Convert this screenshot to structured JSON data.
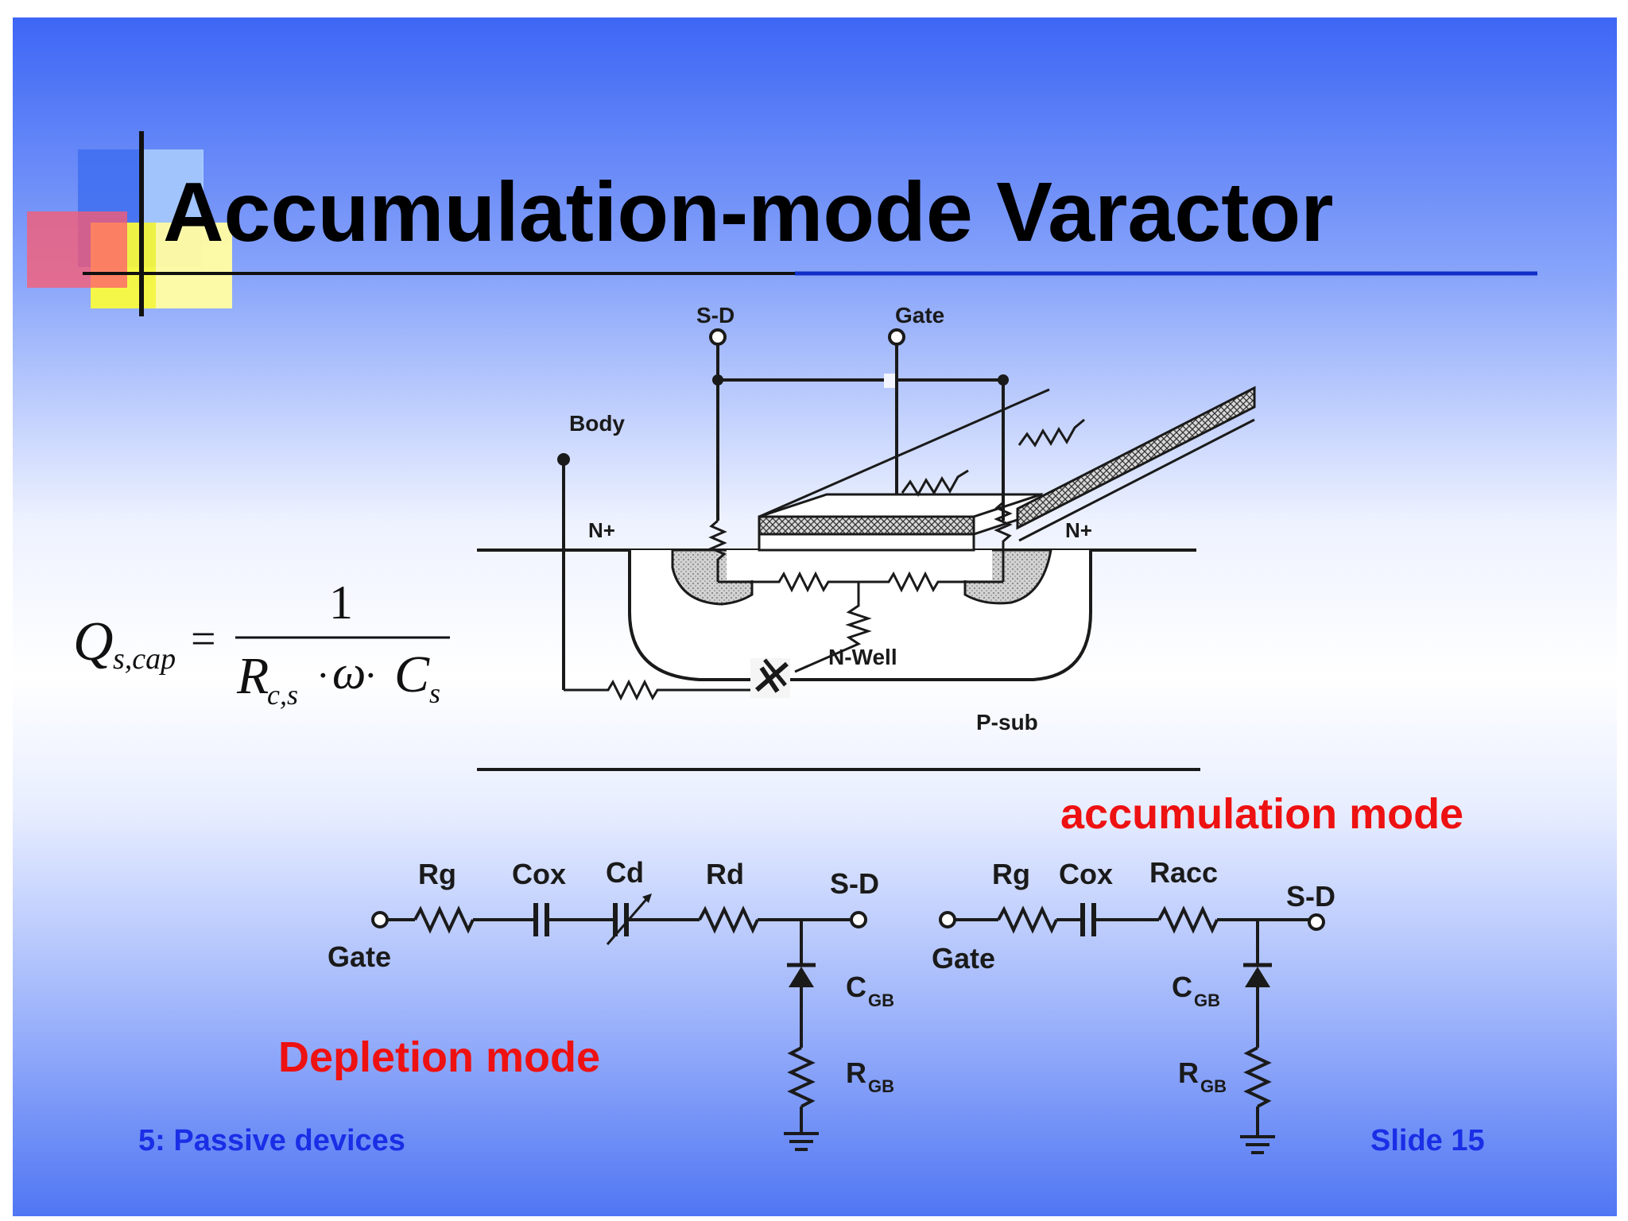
{
  "title": "Accumulation-mode Varactor",
  "formula": {
    "lhs_symbol": "Q",
    "lhs_sub": "s,cap",
    "equals": "=",
    "numerator": "1",
    "den_r": "R",
    "den_r_sub": "c,s",
    "den_dot1": "·",
    "den_omega": "ω",
    "den_dot2": "·",
    "den_c": "C",
    "den_c_sub": "s"
  },
  "cross_section": {
    "sd": "S-D",
    "gate": "Gate",
    "body": "Body",
    "n_plus_left": "N+",
    "n_plus_right": "N+",
    "n_well": "N-Well",
    "p_sub": "P-sub"
  },
  "depletion": {
    "mode_label": "Depletion mode",
    "rg": "Rg",
    "cox": "Cox",
    "cd": "Cd",
    "rd": "Rd",
    "sd": "S-D",
    "gate": "Gate",
    "cgb_main": "C",
    "cgb_sub": "GB",
    "rgb_main": "R",
    "rgb_sub": "GB"
  },
  "accumulation": {
    "mode_label": "accumulation mode",
    "rg": "Rg",
    "cox": "Cox",
    "racc": "Racc",
    "sd": "S-D",
    "gate": "Gate",
    "cgb_main": "C",
    "cgb_sub": "GB",
    "rgb_main": "R",
    "rgb_sub": "GB"
  },
  "footer": {
    "left": "5: Passive devices",
    "right": "Slide 15"
  },
  "colors": {
    "footer_text": "#1a2ee6",
    "mode_label": "#ee1111",
    "title_rule": "#1030c8",
    "gradient_top": "#3d66f5",
    "gradient_bottom": "#5578f2"
  }
}
